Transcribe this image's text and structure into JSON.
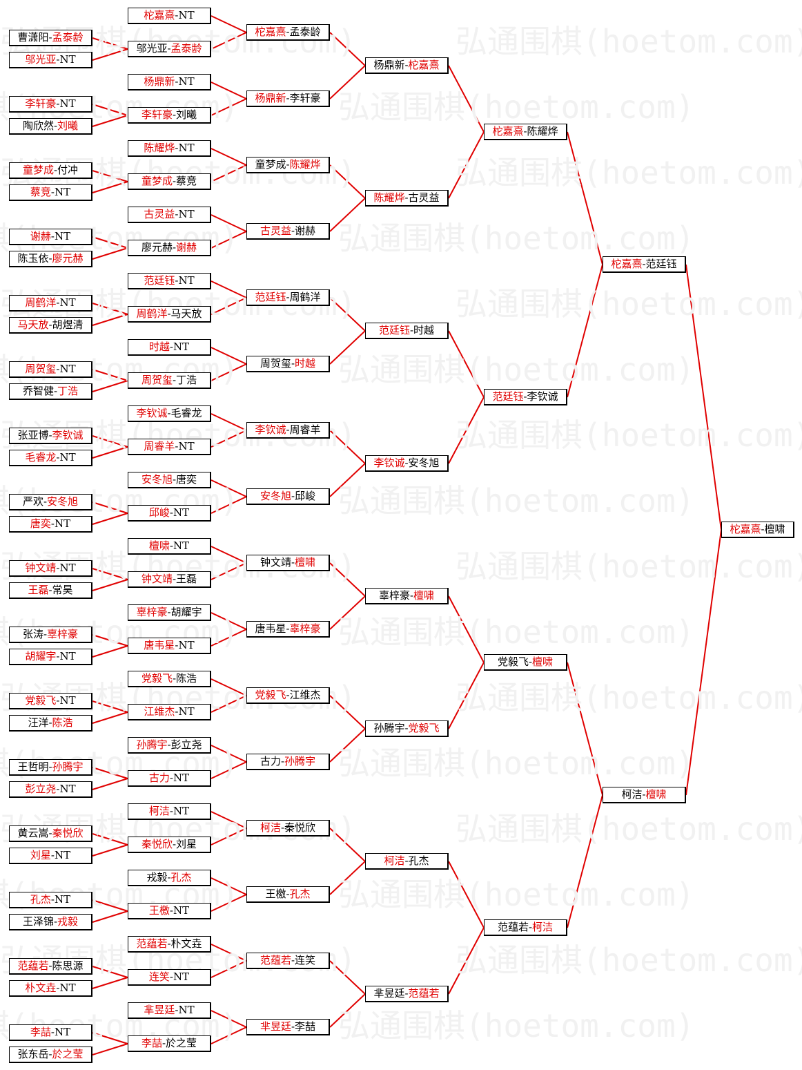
{
  "watermark": "弘通围棋(hoetom.com)",
  "colors": {
    "winner": "#e00000",
    "loser": "#000000",
    "line": "#e00000",
    "watermark": "#f1f1f1"
  },
  "rounds": [
    [
      {
        "a": "曹潇阳",
        "b": "孟泰龄",
        "winner": "b"
      },
      {
        "a": "邬光亚",
        "b": "NT",
        "winner": "a"
      },
      {
        "a": "李轩豪",
        "b": "NT",
        "winner": "a"
      },
      {
        "a": "陶欣然",
        "b": "刘曦",
        "winner": "b"
      },
      {
        "a": "童梦成",
        "b": "付冲",
        "winner": "a"
      },
      {
        "a": "蔡竞",
        "b": "NT",
        "winner": "a"
      },
      {
        "a": "谢赫",
        "b": "NT",
        "winner": "a"
      },
      {
        "a": "陈玉依",
        "b": "廖元赫",
        "winner": "b"
      },
      {
        "a": "周鹤洋",
        "b": "NT",
        "winner": "a"
      },
      {
        "a": "马天放",
        "b": "胡煜清",
        "winner": "a"
      },
      {
        "a": "周贺玺",
        "b": "NT",
        "winner": "a"
      },
      {
        "a": "乔智健",
        "b": "丁浩",
        "winner": "b"
      },
      {
        "a": "张亚博",
        "b": "李钦诚",
        "winner": "b"
      },
      {
        "a": "毛睿龙",
        "b": "NT",
        "winner": "a"
      },
      {
        "a": "严欢",
        "b": "安冬旭",
        "winner": "b"
      },
      {
        "a": "唐奕",
        "b": "NT",
        "winner": "a"
      },
      {
        "a": "钟文靖",
        "b": "NT",
        "winner": "a"
      },
      {
        "a": "王磊",
        "b": "常昊",
        "winner": "a"
      },
      {
        "a": "张涛",
        "b": "辜梓豪",
        "winner": "b"
      },
      {
        "a": "胡耀宇",
        "b": "NT",
        "winner": "a"
      },
      {
        "a": "党毅飞",
        "b": "NT",
        "winner": "a"
      },
      {
        "a": "汪洋",
        "b": "陈浩",
        "winner": "b"
      },
      {
        "a": "王哲明",
        "b": "孙腾宇",
        "winner": "b"
      },
      {
        "a": "彭立尧",
        "b": "NT",
        "winner": "a"
      },
      {
        "a": "黄云嵩",
        "b": "秦悦欣",
        "winner": "b"
      },
      {
        "a": "刘星",
        "b": "NT",
        "winner": "a"
      },
      {
        "a": "孔杰",
        "b": "NT",
        "winner": "a"
      },
      {
        "a": "王泽锦",
        "b": "戎毅",
        "winner": "b"
      },
      {
        "a": "范蕴若",
        "b": "陈思源",
        "winner": "a"
      },
      {
        "a": "朴文垚",
        "b": "NT",
        "winner": "a"
      },
      {
        "a": "李喆",
        "b": "NT",
        "winner": "a"
      },
      {
        "a": "张东岳",
        "b": "於之莹",
        "winner": "b"
      }
    ],
    [
      {
        "a": "柁嘉熹",
        "b": "NT",
        "winner": "a"
      },
      {
        "a": "邬光亚",
        "b": "孟泰龄",
        "winner": "b"
      },
      {
        "a": "杨鼎新",
        "b": "NT",
        "winner": "a"
      },
      {
        "a": "李轩豪",
        "b": "刘曦",
        "winner": "a"
      },
      {
        "a": "陈耀烨",
        "b": "NT",
        "winner": "a"
      },
      {
        "a": "童梦成",
        "b": "蔡竞",
        "winner": "a"
      },
      {
        "a": "古灵益",
        "b": "NT",
        "winner": "a"
      },
      {
        "a": "廖元赫",
        "b": "谢赫",
        "winner": "b"
      },
      {
        "a": "范廷钰",
        "b": "NT",
        "winner": "a"
      },
      {
        "a": "周鹤洋",
        "b": "马天放",
        "winner": "a"
      },
      {
        "a": "时越",
        "b": "NT",
        "winner": "a"
      },
      {
        "a": "周贺玺",
        "b": "丁浩",
        "winner": "a"
      },
      {
        "a": "李钦诚",
        "b": "毛睿龙",
        "winner": "a"
      },
      {
        "a": "周睿羊",
        "b": "NT",
        "winner": "a"
      },
      {
        "a": "安冬旭",
        "b": "唐奕",
        "winner": "a"
      },
      {
        "a": "邱峻",
        "b": "NT",
        "winner": "a"
      },
      {
        "a": "檀啸",
        "b": "NT",
        "winner": "a"
      },
      {
        "a": "钟文靖",
        "b": "王磊",
        "winner": "a"
      },
      {
        "a": "辜梓豪",
        "b": "胡耀宇",
        "winner": "a"
      },
      {
        "a": "唐韦星",
        "b": "NT",
        "winner": "a"
      },
      {
        "a": "党毅飞",
        "b": "陈浩",
        "winner": "a"
      },
      {
        "a": "江维杰",
        "b": "NT",
        "winner": "a"
      },
      {
        "a": "孙腾宇",
        "b": "彭立尧",
        "winner": "a"
      },
      {
        "a": "古力",
        "b": "NT",
        "winner": "a"
      },
      {
        "a": "柯洁",
        "b": "NT",
        "winner": "a"
      },
      {
        "a": "秦悦欣",
        "b": "刘星",
        "winner": "a"
      },
      {
        "a": "戎毅",
        "b": "孔杰",
        "winner": "b"
      },
      {
        "a": "王檄",
        "b": "NT",
        "winner": "a"
      },
      {
        "a": "范蕴若",
        "b": "朴文垚",
        "winner": "a"
      },
      {
        "a": "连笑",
        "b": "NT",
        "winner": "a"
      },
      {
        "a": "芈昱廷",
        "b": "NT",
        "winner": "a"
      },
      {
        "a": "李喆",
        "b": "於之莹",
        "winner": "a"
      }
    ],
    [
      {
        "a": "柁嘉熹",
        "b": "孟泰龄",
        "winner": "a"
      },
      {
        "a": "杨鼎新",
        "b": "李轩豪",
        "winner": "a"
      },
      {
        "a": "童梦成",
        "b": "陈耀烨",
        "winner": "b"
      },
      {
        "a": "古灵益",
        "b": "谢赫",
        "winner": "a"
      },
      {
        "a": "范廷钰",
        "b": "周鹤洋",
        "winner": "a"
      },
      {
        "a": "周贺玺",
        "b": "时越",
        "winner": "b"
      },
      {
        "a": "李钦诚",
        "b": "周睿羊",
        "winner": "a"
      },
      {
        "a": "安冬旭",
        "b": "邱峻",
        "winner": "a"
      },
      {
        "a": "钟文靖",
        "b": "檀啸",
        "winner": "b"
      },
      {
        "a": "唐韦星",
        "b": "辜梓豪",
        "winner": "b"
      },
      {
        "a": "党毅飞",
        "b": "江维杰",
        "winner": "a"
      },
      {
        "a": "古力",
        "b": "孙腾宇",
        "winner": "b"
      },
      {
        "a": "柯洁",
        "b": "秦悦欣",
        "winner": "a"
      },
      {
        "a": "王檄",
        "b": "孔杰",
        "winner": "b"
      },
      {
        "a": "范蕴若",
        "b": "连笑",
        "winner": "a"
      },
      {
        "a": "芈昱廷",
        "b": "李喆",
        "winner": "a"
      }
    ],
    [
      {
        "a": "杨鼎新",
        "b": "柁嘉熹",
        "winner": "b"
      },
      {
        "a": "陈耀烨",
        "b": "古灵益",
        "winner": "a"
      },
      {
        "a": "范廷钰",
        "b": "时越",
        "winner": "a"
      },
      {
        "a": "李钦诚",
        "b": "安冬旭",
        "winner": "a"
      },
      {
        "a": "辜梓豪",
        "b": "檀啸",
        "winner": "b"
      },
      {
        "a": "孙腾宇",
        "b": "党毅飞",
        "winner": "b"
      },
      {
        "a": "柯洁",
        "b": "孔杰",
        "winner": "a"
      },
      {
        "a": "芈昱廷",
        "b": "范蕴若",
        "winner": "b"
      }
    ],
    [
      {
        "a": "柁嘉熹",
        "b": "陈耀烨",
        "winner": "a"
      },
      {
        "a": "范廷钰",
        "b": "李钦诚",
        "winner": "a"
      },
      {
        "a": "党毅飞",
        "b": "檀啸",
        "winner": "b"
      },
      {
        "a": "范蕴若",
        "b": "柯洁",
        "winner": "b"
      }
    ],
    [
      {
        "a": "柁嘉熹",
        "b": "范廷钰",
        "winner": "a"
      },
      {
        "a": "柯洁",
        "b": "檀啸",
        "winner": "b"
      }
    ],
    [
      {
        "a": "柁嘉熹",
        "b": "檀啸",
        "winner": "a"
      }
    ]
  ]
}
